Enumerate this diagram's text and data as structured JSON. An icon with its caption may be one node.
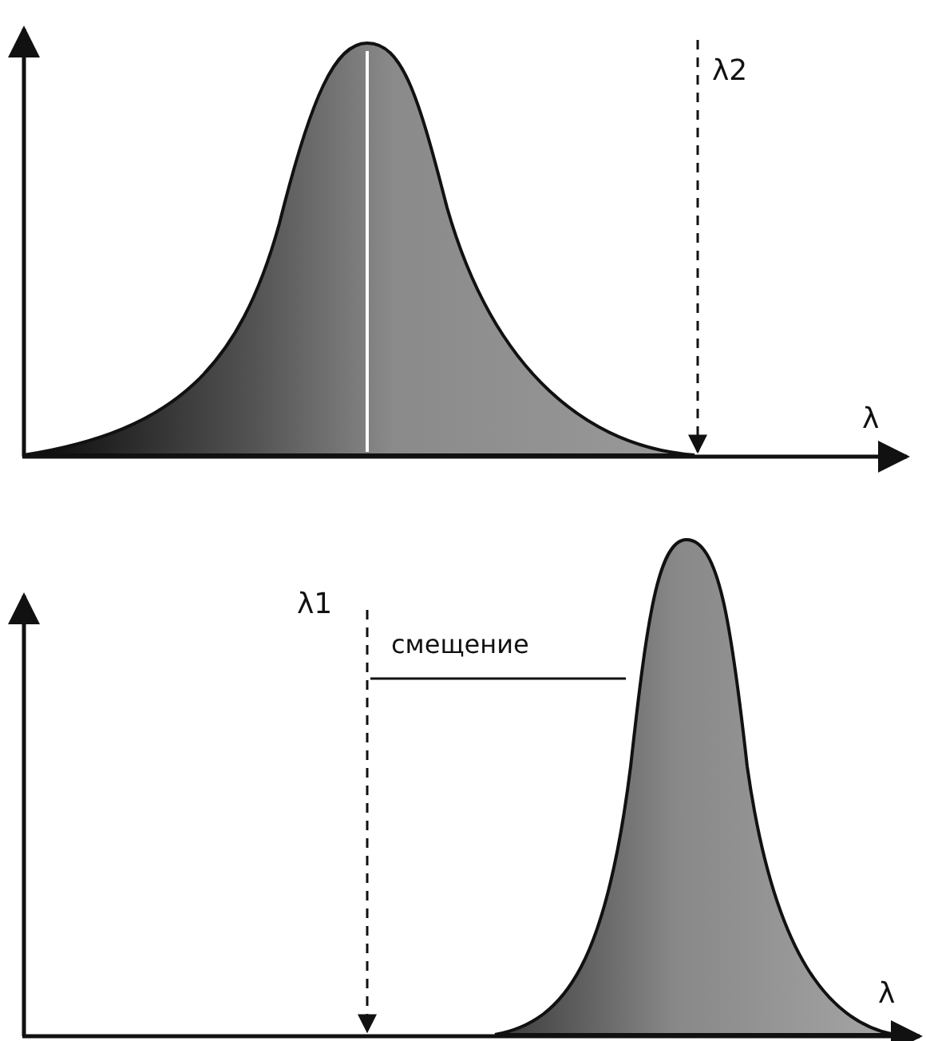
{
  "diagram": {
    "labels": [
      "λ2",
      "λ",
      "λ1",
      "смещение",
      "λ"
    ]
  }
}
